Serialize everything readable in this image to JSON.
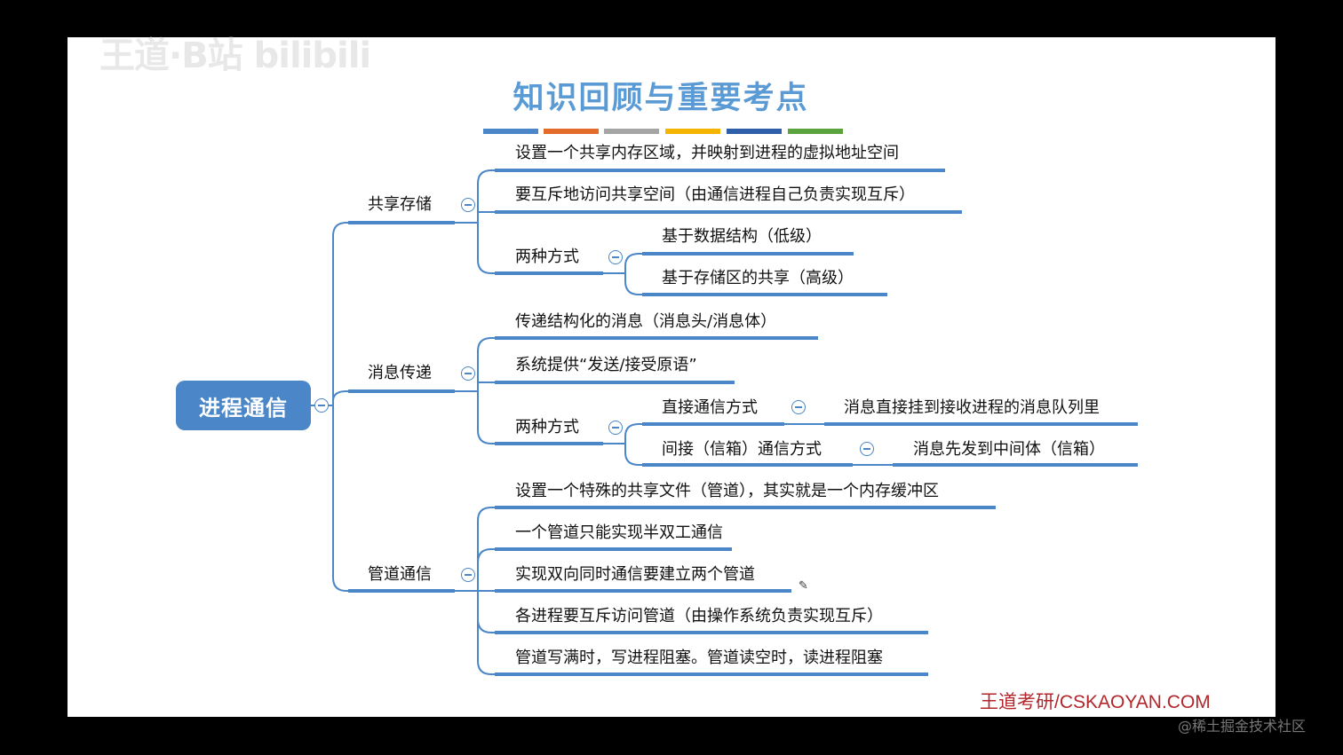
{
  "title": "知识回顾与重要考点",
  "logo_text": "王道·B站 bilibili",
  "title_bar_colors": [
    "#4a86c8",
    "#e36c2a",
    "#a5a5a5",
    "#f4b400",
    "#2f5fa8",
    "#5aa33e"
  ],
  "accent_color": "#4a86c8",
  "root": "进程通信",
  "branches": {
    "shared": {
      "label": "共享存储",
      "items": [
        "设置一个共享内存区域，并映射到进程的虚拟地址空间",
        "要互斥地访问共享空间（由通信进程自己负责实现互斥）"
      ],
      "modes_label": "两种方式",
      "modes": [
        "基于数据结构（低级）",
        "基于存储区的共享（高级）"
      ]
    },
    "message": {
      "label": "消息传递",
      "items": [
        "传递结构化的消息（消息头/消息体）",
        "系统提供“发送/接受原语”"
      ],
      "modes_label": "两种方式",
      "direct": {
        "label": "直接通信方式",
        "detail": "消息直接挂到接收进程的消息队列里"
      },
      "indirect": {
        "label": "间接（信箱）通信方式",
        "detail": "消息先发到中间体（信箱）"
      }
    },
    "pipe": {
      "label": "管道通信",
      "items": [
        "设置一个特殊的共享文件（管道），其实就是一个内存缓冲区",
        "一个管道只能实现半双工通信",
        "实现双向同时通信要建立两个管道",
        "各进程要互斥访问管道（由操作系统负责实现互斥）",
        "管道写满时，写进程阻塞。管道读空时，读进程阻塞"
      ]
    }
  },
  "footer": "王道考研/CSKAOYAN.COM",
  "watermark": "@稀土掘金技术社区"
}
